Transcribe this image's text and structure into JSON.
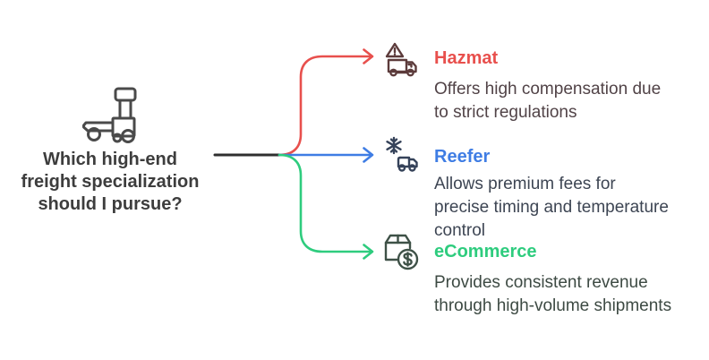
{
  "colors": {
    "background": "#ffffff",
    "question_text": "#3d3d3d",
    "trunk_line": "#2f2f2f",
    "hazmat_accent": "#e8504d",
    "hazmat_body": "#514347",
    "hazmat_icon": "#5c3b3b",
    "reefer_accent": "#3f7de4",
    "reefer_body": "#3d4553",
    "reefer_icon": "#36435a",
    "ecommerce_accent": "#2ecc7e",
    "ecommerce_body": "#3d4a43",
    "ecommerce_icon": "#3e5147"
  },
  "root": {
    "icon": "pallet-jack-icon",
    "question": "Which high-end\nfreight specialization\nshould I pursue?"
  },
  "branches": [
    {
      "id": "hazmat",
      "icon": "hazmat-warning-truck-icon",
      "label": "Hazmat",
      "description": "Offers high compensation due\nto strict regulations",
      "accent": "#e8504d"
    },
    {
      "id": "reefer",
      "icon": "reefer-snowflake-truck-icon",
      "label": "Reefer",
      "description": "Allows premium fees for\nprecise timing and temperature\ncontrol",
      "accent": "#3f7de4"
    },
    {
      "id": "ecommerce",
      "icon": "package-dollar-icon",
      "label": "eCommerce",
      "description": "Provides consistent revenue\nthrough high-volume shipments",
      "accent": "#2ecc7e"
    }
  ]
}
